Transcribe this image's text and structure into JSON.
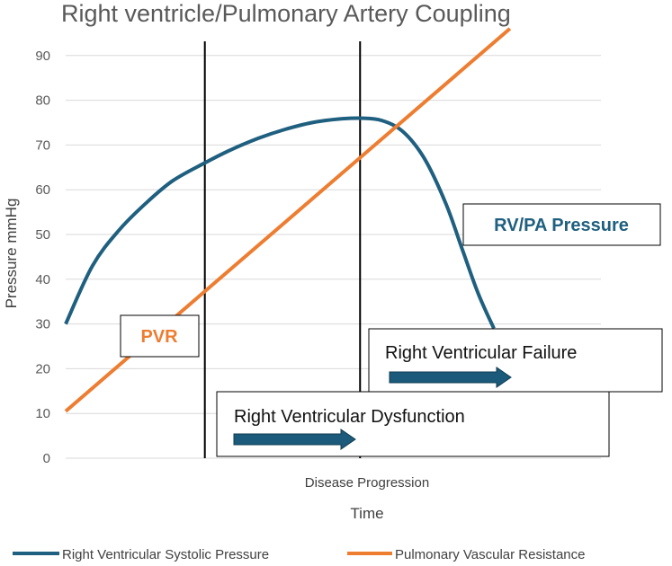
{
  "chart_data": {
    "type": "line",
    "title": "Right ventricle/Pulmonary Artery Coupling",
    "ylabel": "Pressure mmHg",
    "xlabel": "Time",
    "x_sublabel": "Disease Progression",
    "ylim": [
      0,
      95
    ],
    "yticks": [
      0,
      10,
      20,
      30,
      40,
      50,
      60,
      70,
      80,
      90
    ],
    "grid": true,
    "legend_position": "bottom",
    "x_scale": "relative disease progression (0 to 100)",
    "series": [
      {
        "name": "Right Ventricular Systolic Pressure",
        "color": "#1f5f7f",
        "points": [
          [
            0,
            30
          ],
          [
            5,
            43
          ],
          [
            10,
            51
          ],
          [
            15,
            57
          ],
          [
            20,
            62
          ],
          [
            26,
            66
          ],
          [
            31,
            69
          ],
          [
            36,
            71.5
          ],
          [
            41,
            73.5
          ],
          [
            46,
            75
          ],
          [
            51,
            75.8
          ],
          [
            55,
            76
          ],
          [
            59,
            75.5
          ],
          [
            63,
            73
          ],
          [
            67,
            67
          ],
          [
            71,
            57
          ],
          [
            74,
            47
          ],
          [
            77,
            37
          ],
          [
            80,
            29
          ]
        ]
      },
      {
        "name": "Pulmonary Vascular Resistance",
        "color": "#ed7d31",
        "points": [
          [
            0,
            10.5
          ],
          [
            83,
            96
          ]
        ]
      }
    ],
    "vlines_x": [
      26,
      55
    ],
    "annotations": {
      "pvr_tag": "PVR",
      "rvpa_tag": "RV/PA Pressure",
      "failure_box": "Right Ventricular Failure",
      "dysfunction_box": "Right Ventricular Dysfunction"
    }
  },
  "colors": {
    "rvsp": "#1f5f7f",
    "pvr": "#ed7d31",
    "grid": "#d9d9d9",
    "arrow": "#1b5a7a"
  }
}
